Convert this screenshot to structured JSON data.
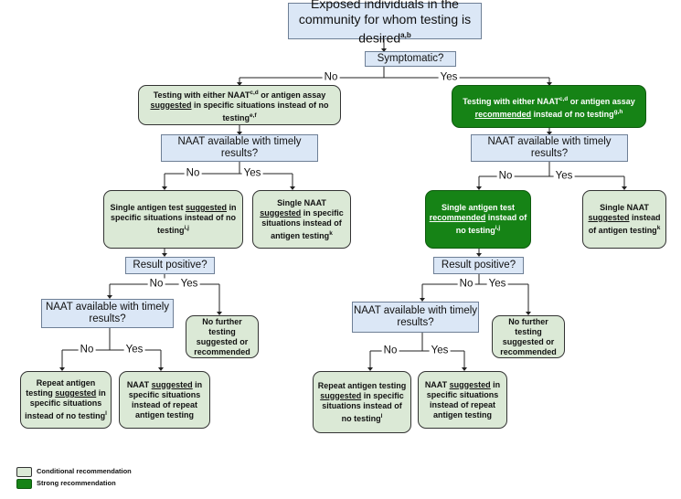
{
  "nodes": {
    "root": "Exposed individuals in the community for whom testing is desired",
    "root_sup": "a,b",
    "symptomatic": "Symptomatic?",
    "left_top": [
      "Testing with either NAAT",
      "c,d",
      " or antigen assay ",
      "suggested",
      " in specific situations instead of no testing",
      "e,f"
    ],
    "right_top": [
      "Testing with either NAAT",
      "c,d",
      " or antigen assay ",
      "recommended",
      " instead of no testing",
      "g,h"
    ],
    "naat_q": "NAAT available with timely results?",
    "left_antigen": [
      "Single antigen test ",
      "suggested",
      " in specific situations instead of no testing",
      "i,j"
    ],
    "left_naat": [
      "Single NAAT ",
      "suggested",
      " in specific situations instead of antigen testing",
      "k"
    ],
    "right_antigen": [
      "Single antigen test ",
      "recommended",
      " instead of no testing",
      "i,j"
    ],
    "right_naat": [
      "Single NAAT ",
      "suggested",
      " instead of antigen testing",
      "k"
    ],
    "result_q": "Result positive?",
    "no_further": "No further testing suggested or recommended",
    "left_repeat": [
      "Repeat antigen testing ",
      "suggested",
      " in specific situations instead of no testing",
      "l"
    ],
    "right_repeat": [
      "Repeat antigen testing ",
      "suggested",
      " in specific situations instead of no testing",
      "l"
    ],
    "naat_repeat": [
      "NAAT ",
      "suggested",
      " in specific situations instead of repeat antigen testing"
    ]
  },
  "edges": {
    "no": "No",
    "yes": "Yes"
  },
  "legend": {
    "conditional": "Conditional recommendation",
    "strong": "Strong recommendation",
    "conditional_color": "#dbe9d6",
    "strong_color": "#168316"
  }
}
